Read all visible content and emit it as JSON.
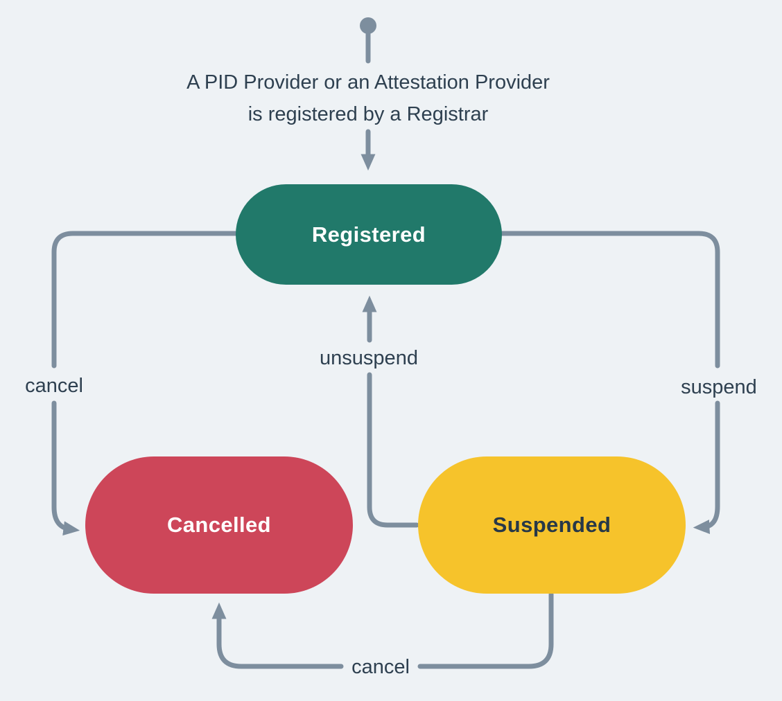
{
  "colors": {
    "background": "#eef2f5",
    "arrow": "#7d8e9e",
    "ink": "#2e4050",
    "registered_fill": "#21796a",
    "cancelled_fill": "#cd4659",
    "suspended_fill": "#f6c32b",
    "light_label": "#ffffff",
    "dark_label": "#273848"
  },
  "heading": {
    "line1": "A PID Provider or an Attestation Provider",
    "line2": "is registered by a Registrar"
  },
  "states": {
    "registered": {
      "label": "Registered"
    },
    "cancelled": {
      "label": "Cancelled"
    },
    "suspended": {
      "label": "Suspended"
    }
  },
  "transitions": {
    "cancel_from_registered": {
      "label": "cancel"
    },
    "suspend": {
      "label": "suspend"
    },
    "unsuspend": {
      "label": "unsuspend"
    },
    "cancel_from_suspended": {
      "label": "cancel"
    }
  }
}
